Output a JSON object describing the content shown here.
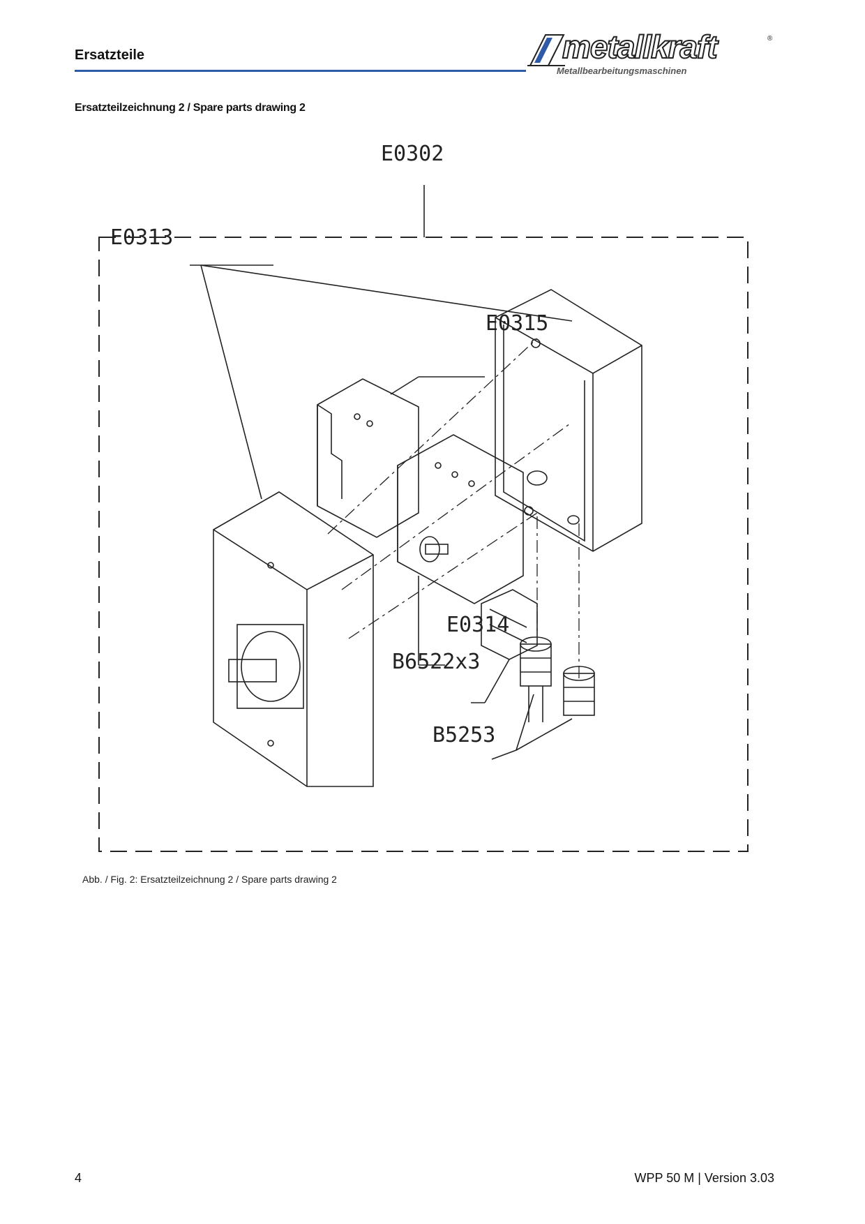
{
  "header": {
    "title": "Ersatzteile",
    "brand_name": "metallkraft",
    "brand_tagline": "Metallbearbeitungsmaschinen",
    "registered": "®",
    "accent_color": "#2e5aa8"
  },
  "section": {
    "heading": "Ersatzteilzeichnung 2 / Spare parts drawing 2"
  },
  "drawing": {
    "labels": {
      "assembly": "E0302",
      "housing": "E0313",
      "contactor": "E0315",
      "motor_switch": "E0314",
      "terminal": "B6522x3",
      "cable_gland": "B5253"
    }
  },
  "figure": {
    "caption": "Abb. / Fig. 2: Ersatzteilzeichnung 2 / Spare parts drawing 2"
  },
  "footer": {
    "page_number": "4",
    "version": "WPP 50 M | Version 3.03"
  }
}
